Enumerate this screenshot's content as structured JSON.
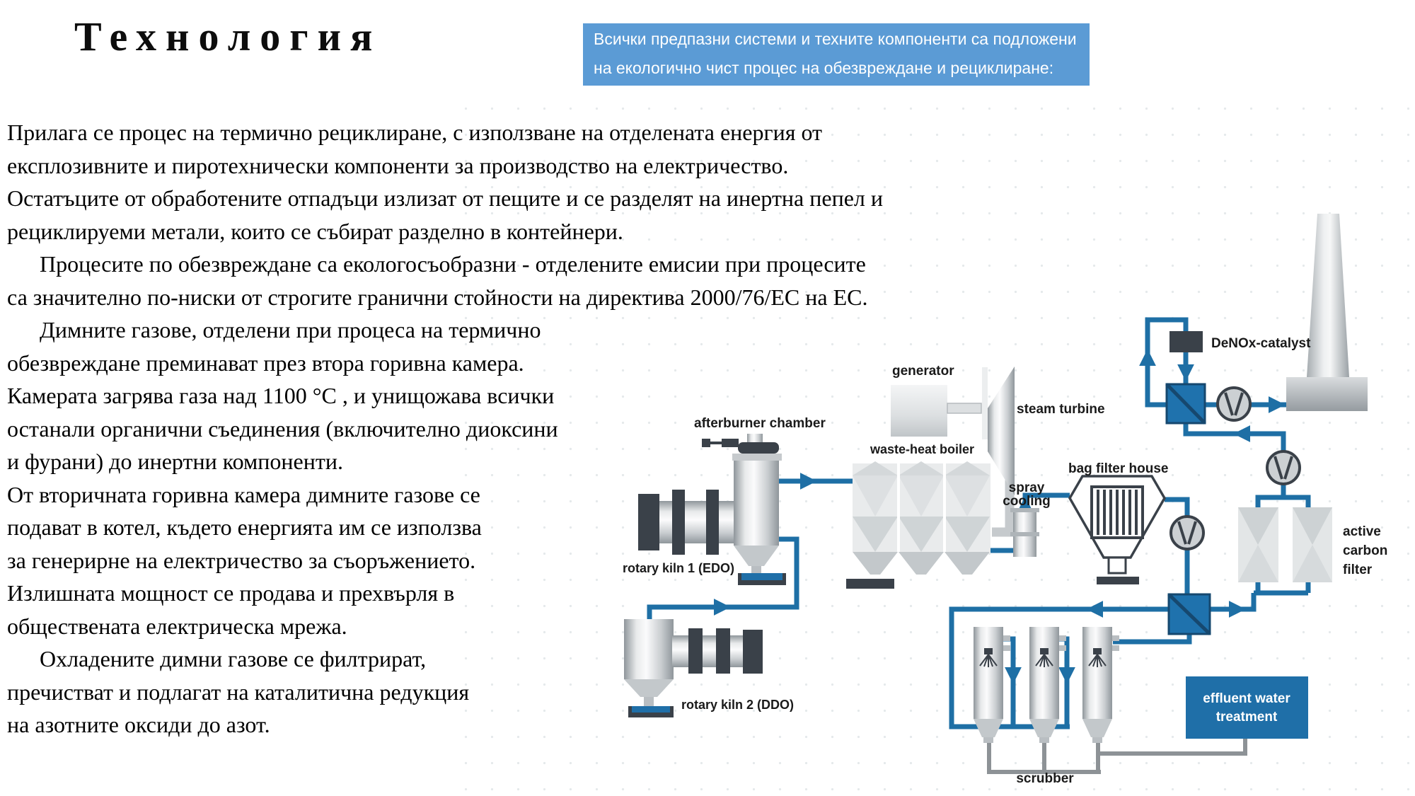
{
  "slide": {
    "title": "Технология"
  },
  "banner": {
    "bg_color": "#5b9bd5",
    "lines": [
      "Всички предпазни системи и техните компоненти са подложени",
      "на екологично чист процес на обезвреждане и рециклиране:"
    ]
  },
  "body": {
    "lines": [
      {
        "text": "Прилага се процес на термично рециклиране, с използване на отделената енергия от",
        "indent": false
      },
      {
        "text": "експлозивните и пиротехнически компоненти за производство на електричество.",
        "indent": false
      },
      {
        "text": "Остатъците от обработените отпадъци излизат от пещите и се разделят на инертна пепел и",
        "indent": false
      },
      {
        "text": "рециклируеми метали, които се събират разделно в контейнери.",
        "indent": false
      },
      {
        "text": "Процесите по обезвреждане са екологосъобразни - отделените емисии при процесите",
        "indent": true
      },
      {
        "text": "са значително по-ниски от строгите гранични стойности на директива 2000/76/ЕС на ЕС.",
        "indent": false
      },
      {
        "text": "Димните газове, отделени при процеса на термично",
        "indent": true
      },
      {
        "text": "обезвреждане преминават през втора горивна камера.",
        "indent": false
      },
      {
        "text": "Камерата загрява газа над 1100 °C , и унищожава всички",
        "indent": false
      },
      {
        "text": "останали органични съединения (включително диоксини",
        "indent": false
      },
      {
        "text": "и фурани) до инертни компоненти.",
        "indent": false
      },
      {
        "text": "От вторичната горивна камера димните газове се",
        "indent": false
      },
      {
        "text": "подават в котел, където енергията им се използва",
        "indent": false
      },
      {
        "text": "за генерирне на електричество за съоръжението.",
        "indent": false
      },
      {
        "text": "Излишната мощност се продава и прехвърля в",
        "indent": false
      },
      {
        "text": "обществената електрическа мрежа.",
        "indent": false
      },
      {
        "text": "Охладените димни газове се филтрират,",
        "indent": true
      },
      {
        "text": "пречистват и подлагат на каталитична редукция",
        "indent": false
      },
      {
        "text": "на азотните оксиди до азот.",
        "indent": false
      }
    ]
  },
  "diagram": {
    "labels": {
      "afterburner_chamber": "afterburner chamber",
      "generator": "generator",
      "steam_turbine": "steam turbine",
      "waste_heat_boiler": "waste-heat boiler",
      "spray_cooling": [
        "spray",
        "cooling"
      ],
      "bag_filter_house": "bag filter house",
      "rotary_kiln_1": "rotary kiln 1 (EDO)",
      "rotary_kiln_2": "rotary kiln 2 (DDO)",
      "denox_catalyst": "DeNOx-catalyst",
      "active_carbon_filter": [
        "active",
        "carbon",
        "filter"
      ],
      "scrubber": "scrubber",
      "effluent_water_treatment": [
        "effluent water",
        "treatment"
      ]
    },
    "colors": {
      "pipe_blue": "#1e6fa5",
      "exchanger_blue": "#1f72ad",
      "equipment_dark": "#3a4149",
      "effluent_box_blue": "#1f6fa8",
      "drain_gray": "#8d9296"
    }
  }
}
